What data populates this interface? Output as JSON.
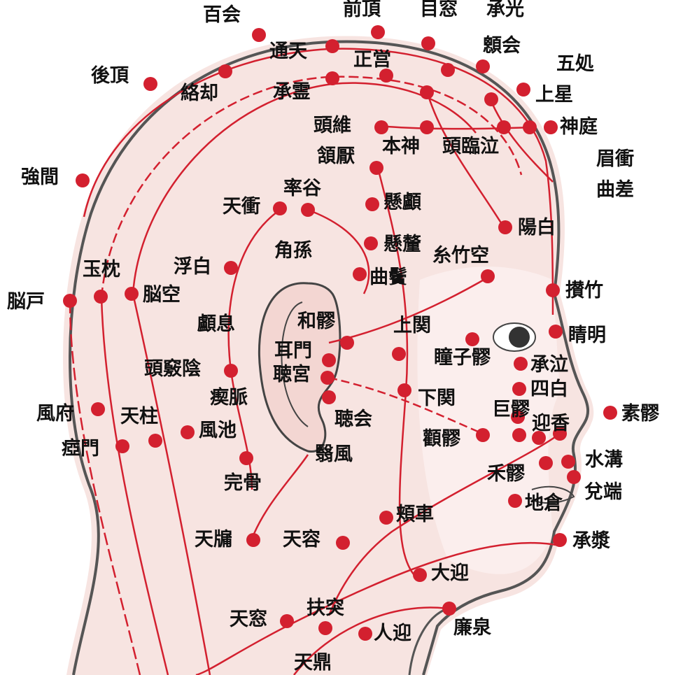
{
  "colors": {
    "meridian": "#d3202f",
    "skin": "#f7e4e1",
    "outline": "#555555",
    "ink": "#111111"
  },
  "points": {
    "hyakue": "百会",
    "zencho": "前頂",
    "mokuso": "目窓",
    "shoko": "承光",
    "tsuten": "通天",
    "seiei": "正営",
    "gango": "顖会",
    "gosho": "五処",
    "gocho": "後頂",
    "rakkyaku": "絡却",
    "shorei": "承霊",
    "josei": "上星",
    "toi": "頭維",
    "honjin": "本神",
    "torinkyu": "頭臨泣",
    "shintei": "神庭",
    "bisho": "眉衝",
    "gan_en": "頷厭",
    "kyokusa": "曲差",
    "kyokan": "強間",
    "tenko": "天衝",
    "sokkoku": "率谷",
    "kenro": "懸顱",
    "yohaku": "陽白",
    "kenri": "懸釐",
    "kakuson": "角孫",
    "shichikuku": "糸竹空",
    "gyokuchin": "玉枕",
    "fuhaku": "浮白",
    "kyokubin": "曲鬢",
    "sanchiku": "攅竹",
    "noko": "脳戸",
    "noku": "脳空",
    "ro_soku": "顱息",
    "wa_ryo": "和髎",
    "jokan": "上関",
    "seimei": "睛明",
    "jimon": "耳門",
    "doshiryo": "瞳子髎",
    "kyokuin": "頭竅陰",
    "chokyu": "聴宮",
    "shokyu": "承泣",
    "keimyaku": "瘈脈",
    "shihaku": "四白",
    "gekan": "下関",
    "fufu": "風府",
    "tenchu": "天柱",
    "choe": "聴会",
    "koryo": "巨髎",
    "geiko": "迎香",
    "soryo": "素髎",
    "amon": "瘂門",
    "fuchi": "風池",
    "kanryo": "顴髎",
    "suiko": "水溝",
    "eifu": "翳風",
    "koryo2": "禾髎",
    "kankotsu": "完骨",
    "datan": "兌端",
    "chiso": "地倉",
    "kyosha": "頬車",
    "tenyu": "天牖",
    "tenyo": "天容",
    "shosho": "承漿",
    "daigei": "大迎",
    "tenso": "天窓",
    "futotsu": "扶突",
    "rensen": "廉泉",
    "jingei": "人迎",
    "tentei": "天鼎"
  }
}
